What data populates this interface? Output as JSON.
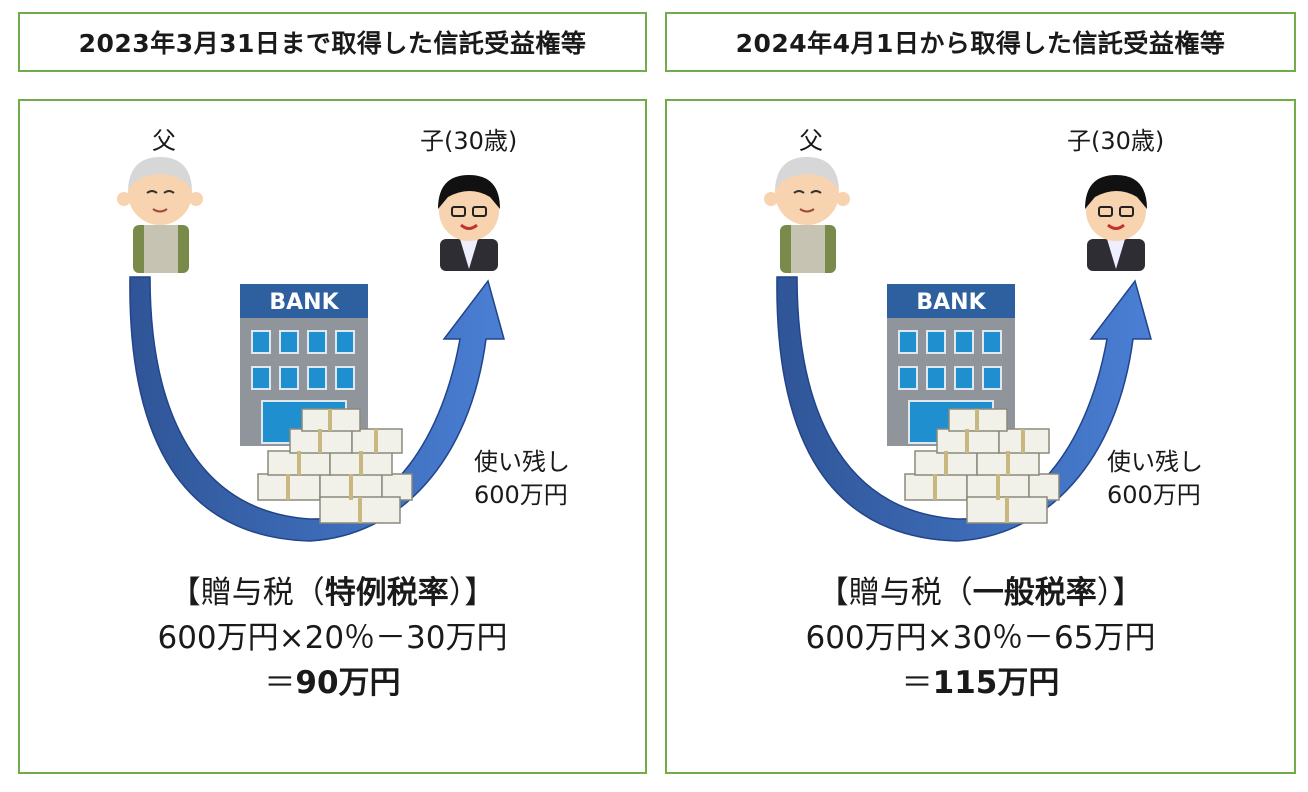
{
  "panels": [
    {
      "header": "2023年3月31日まで取得した信託受益権等",
      "father_label": "父",
      "child_label": "子(30歳)",
      "bank_sign": "BANK",
      "remainder": {
        "line1": "使い残し",
        "line2": "600万円"
      },
      "tax": {
        "open": "【贈与税（",
        "rate_type": "特例税率",
        "close": "）】",
        "formula": "600万円×20％－30万円",
        "result_prefix": "＝",
        "result": "90万円"
      }
    },
    {
      "header": "2024年4月1日から取得した信託受益権等",
      "father_label": "父",
      "child_label": "子(30歳)",
      "bank_sign": "BANK",
      "remainder": {
        "line1": "使い残し",
        "line2": "600万円"
      },
      "tax": {
        "open": "【贈与税（",
        "rate_type": "一般税率",
        "close": "）】",
        "formula": "600万円×30％－65万円",
        "result_prefix": "＝",
        "result": "115万円"
      }
    }
  ],
  "colors": {
    "border": "#70ad47",
    "arrow": "#3f6fc0",
    "bank_sign": "#2e5f9e",
    "building": "#8f959b"
  }
}
